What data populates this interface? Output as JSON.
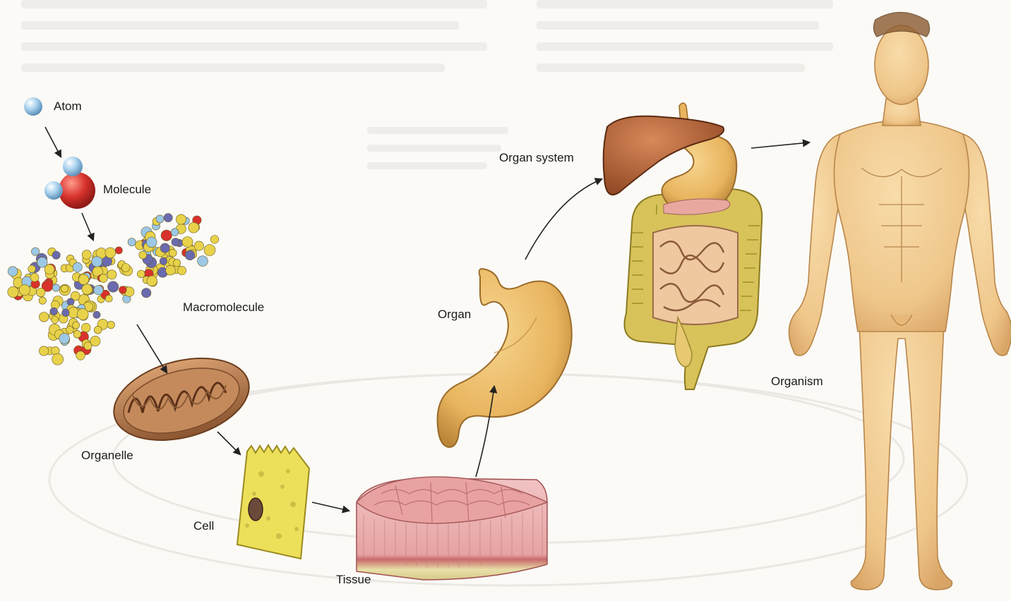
{
  "labels": {
    "atom": "Atom",
    "molecule": "Molecule",
    "macromolecule": "Macromolecule",
    "organelle": "Organelle",
    "cell": "Cell",
    "tissue": "Tissue",
    "organ": "Organ",
    "organ_system": "Organ system",
    "organism": "Organism"
  },
  "colors": {
    "background": "#fbfaf6",
    "skin": "#f0c98a",
    "atom": "#9cc8e6",
    "oxygen": "#d8322c",
    "liver": "#a4562a",
    "stomach": "#e8b45e",
    "intestine": "#d8c25a",
    "tissue": "#e6a0a0",
    "cell": "#ece05a",
    "mitochondrion": "#b3784c"
  }
}
